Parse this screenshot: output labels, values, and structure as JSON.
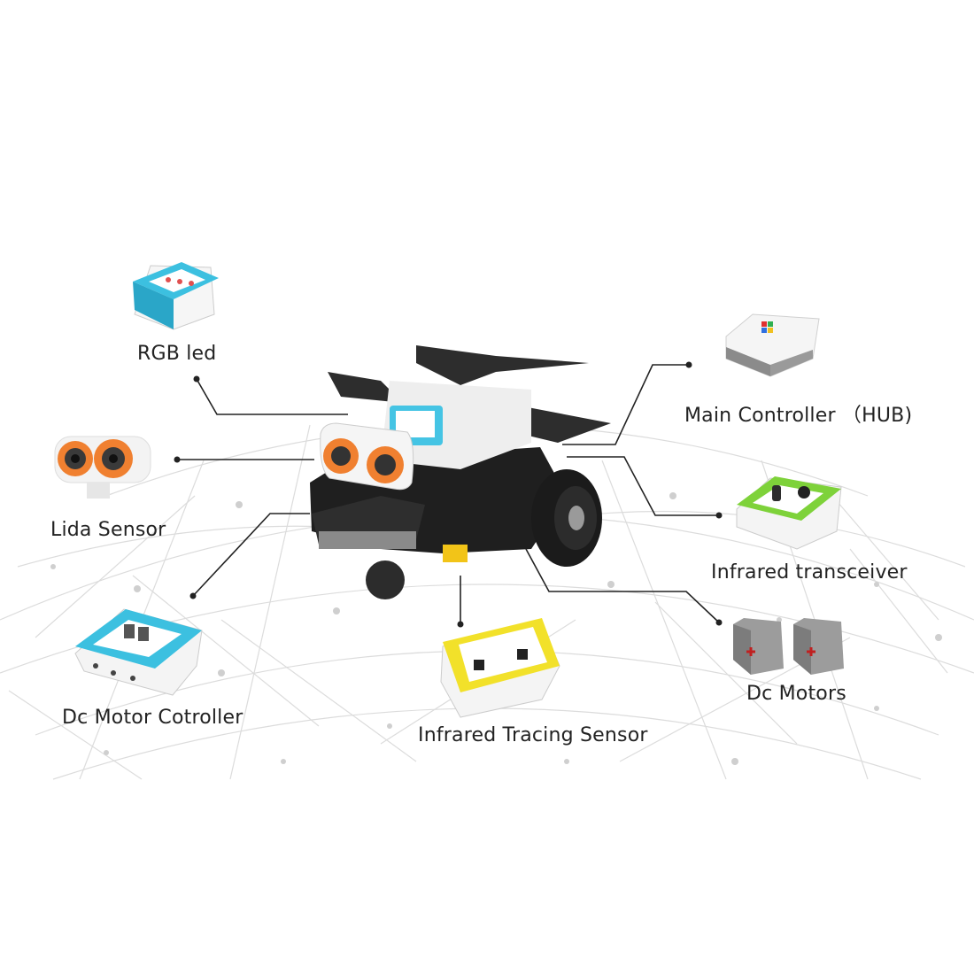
{
  "components": [
    {
      "id": "rgb-led",
      "label": "RGB led",
      "color": "#3cc0e0"
    },
    {
      "id": "lida-sensor",
      "label": "Lida Sensor",
      "color": "#f08030"
    },
    {
      "id": "dc-motor-controller",
      "label": "Dc Motor Cotroller",
      "color": "#3cc0e0"
    },
    {
      "id": "infrared-tracing-sensor",
      "label": "Infrared Tracing Sensor",
      "color": "#f2e12a"
    },
    {
      "id": "dc-motors",
      "label": "Dc Motors",
      "color": "#9a9a9a"
    },
    {
      "id": "infrared-transceiver",
      "label": "Infrared transceiver",
      "color": "#7ed23a"
    },
    {
      "id": "main-controller",
      "label": "Main Controller （HUB)",
      "color": "#f2f2f2"
    }
  ],
  "colors": {
    "connector": "#222222",
    "globe_lines": "#d9d9d9",
    "robot_dark": "#2a2a2a",
    "robot_light": "#e8e8e8",
    "robot_accent": "#45c4e4"
  }
}
